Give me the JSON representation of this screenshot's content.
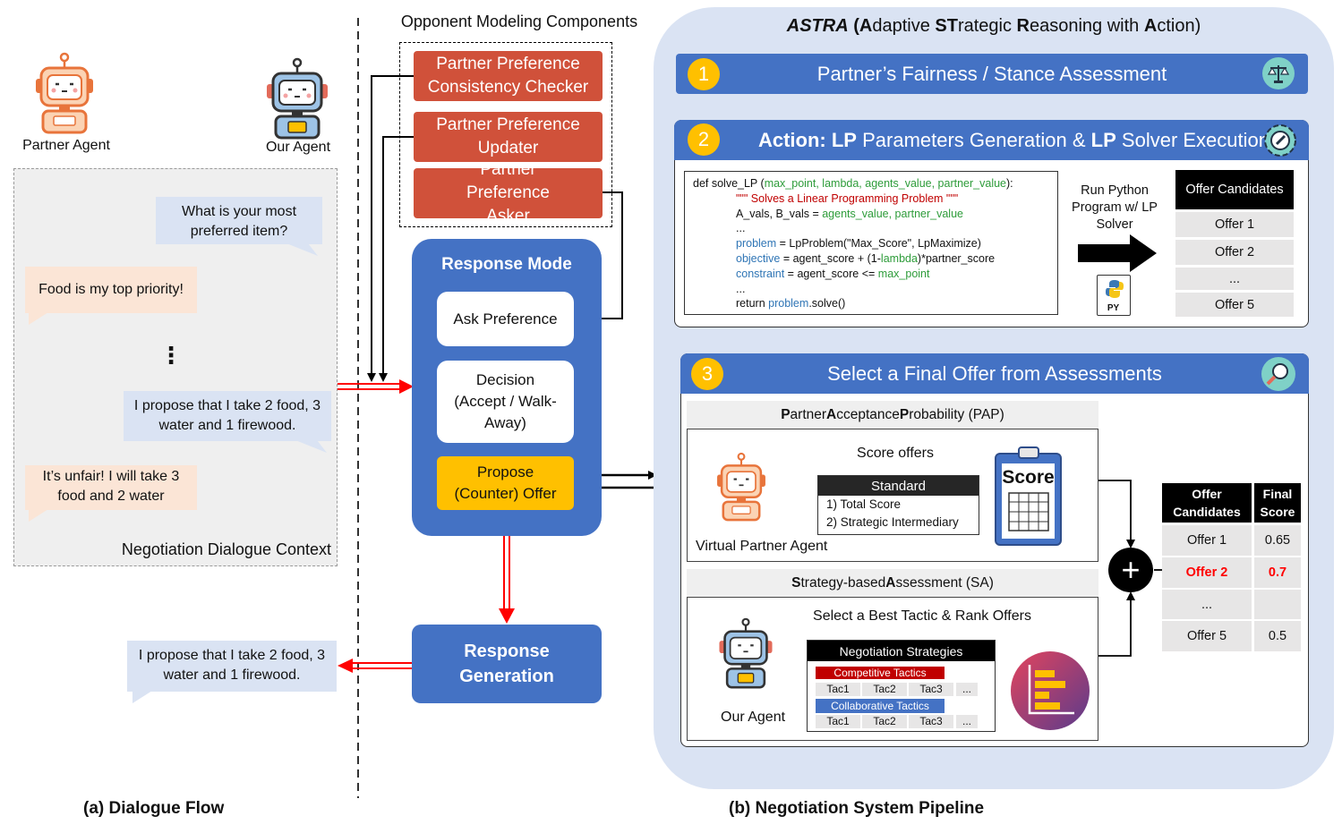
{
  "left": {
    "partner_label": "Partner Agent",
    "our_label": "Our Agent",
    "context_label": "Negotiation Dialogue Context",
    "messages": [
      "What is your most preferred item?",
      "Food is my top priority!",
      "I propose that I take 2 food, 3 water and 1 firewood.",
      "It’s unfair! I will take 3 food and 2 water"
    ],
    "ellipsis": "⋮",
    "response_out": "I propose that I take 2 food, 3 water and 1 firewood.",
    "caption": "(a) Dialogue Flow"
  },
  "middle": {
    "om_title": "Opponent Modeling Components",
    "components": [
      "Partner Preference Consistency Checker",
      "Partner Preference Updater",
      "Partner Preference Asker"
    ],
    "response_mode": "Response Mode",
    "modes": [
      "Ask Preference",
      "Decision (Accept / Walk-Away)",
      "Propose (Counter) Offer"
    ],
    "response_generation": "Response Generation"
  },
  "right": {
    "title_italic": "ASTRA",
    "title_rest": " (Adaptive STrategic Reasoning with Action)",
    "step1": {
      "num": "1",
      "label": "Partner’s  Fairness / Stance Assessment"
    },
    "step2": {
      "num": "2",
      "label_bold1": "Action: LP",
      "label_mid": " Parameters Generation & ",
      "label_bold2": "LP",
      "label_end": " Solver Execution"
    },
    "code": {
      "def": "def solve_LP (",
      "args": "max_point, lambda, agents_value, partner_value",
      "end": "):",
      "doc": "\"\"\" Solves a Linear Programming Problem \"\"\"",
      "l3a": "A_vals, B_vals = ",
      "l3b": "agents_value, partner_value",
      "l4": "...",
      "l5a": "problem",
      "l5b": " = LpProblem(\"Max_Score\", LpMaximize)",
      "l6a": "objective",
      "l6b": " = agent_score + (1-",
      "l6c": "lambda",
      "l6d": ")*partner_score",
      "l7a": "constraint",
      "l7b": " = agent_score <= ",
      "l7c": "max_point",
      "l8": "...",
      "l9a": "return ",
      "l9b": "problem",
      "l9c": ".solve()"
    },
    "run_label": "Run Python Program w/ LP Solver",
    "py_label": "PY",
    "offer_header": "Offer Candidates",
    "offers": [
      "Offer 1",
      "Offer 2",
      "...",
      "Offer 5"
    ],
    "step3": {
      "num": "3",
      "label": "Select a Final Offer from Assessments"
    },
    "pap": {
      "title_parts": [
        "P",
        "artner ",
        "A",
        "cceptance ",
        "P",
        "robability (PAP)"
      ],
      "score_offers": "Score offers",
      "standard": "Standard",
      "std_items": [
        "1) Total Score",
        "2) Strategic Intermediary"
      ],
      "score_word": "Score",
      "virtual_agent": "Virtual Partner Agent"
    },
    "sa": {
      "title_parts": [
        "S",
        "trategy-based ",
        "A",
        "ssessment (SA)"
      ],
      "select_label": "Select a Best Tactic & Rank Offers",
      "strategies_header": "Negotiation Strategies",
      "competitive": "Competitive Tactics",
      "collaborative": "Collaborative Tactics",
      "tacs": [
        "Tac1",
        "Tac2",
        "Tac3",
        "..."
      ],
      "our_agent": "Our Agent"
    },
    "final_table": {
      "h1": "Offer Candidates",
      "h2": "Final Score",
      "rows": [
        {
          "offer": "Offer 1",
          "score": "0.65"
        },
        {
          "offer": "Offer 2",
          "score": "0.7"
        },
        {
          "offer": "...",
          "score": ""
        },
        {
          "offer": "Offer 5",
          "score": "0.5"
        }
      ],
      "plus": "+"
    },
    "caption": "(b) Negotiation System Pipeline"
  },
  "colors": {
    "accent_blue": "#4472c4",
    "component_red": "#d0513a",
    "highlight_yellow": "#ffc000",
    "panel_bg": "#dae3f3"
  }
}
